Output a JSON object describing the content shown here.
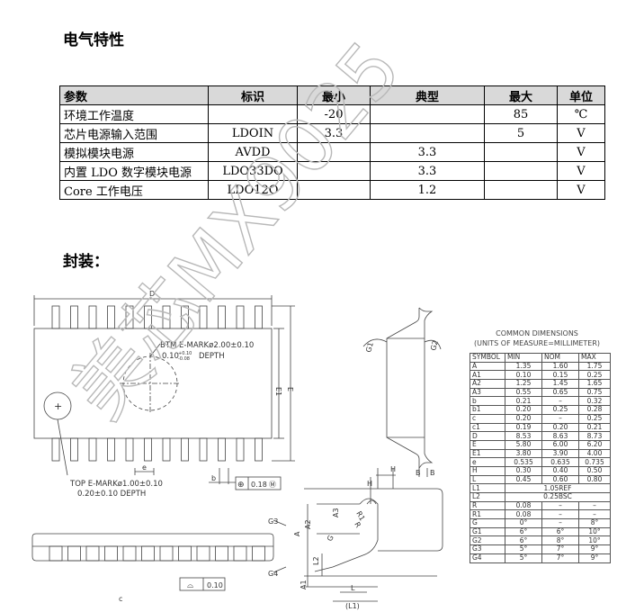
{
  "electrical": {
    "title": "电气特性",
    "headers": [
      "参数",
      "标识",
      "最小",
      "典型",
      "最大",
      "单位"
    ],
    "rows": [
      [
        "环境工作温度",
        "",
        "-20",
        "",
        "85",
        "℃"
      ],
      [
        "芯片电源输入范围",
        "LDOIN",
        "3.3",
        "",
        "5",
        "V"
      ],
      [
        "模拟模块电源",
        "AVDD",
        "",
        "3.3",
        "",
        "V"
      ],
      [
        "内置 LDO  数字模块电源",
        "LDO33DO",
        "",
        "3.3",
        "",
        "V"
      ],
      [
        "Core 工作电压",
        "LDO12O",
        "",
        "1.2",
        "",
        "V"
      ]
    ]
  },
  "package": {
    "title": "封装："
  },
  "watermark": "美芯MX9025",
  "top_view": {
    "d_label": "D",
    "e1_label": "E1",
    "e_label": "E",
    "btm_mark": "BTM E-MARKø2.00±0.10",
    "btm_depth_value": "0.10",
    "btm_depth_tol_upper": "+0.10",
    "btm_depth_tol_lower": "-0.08",
    "btm_depth_word": "DEPTH",
    "top_mark": "TOP E-MARKø1.00±0.10",
    "top_depth": "0.20±0.10 DEPTH",
    "e_pitch": "e",
    "b_label": "b",
    "tol_symbol": "⊕",
    "tol_value": "0.18",
    "tol_mod": "Ⓜ",
    "plus_mark": "+"
  },
  "side_view": {
    "a_label": "A",
    "a1_label": "A1",
    "a2_label": "A2",
    "c_label": "c",
    "g3_label": "G3",
    "g4_label": "G4",
    "flat_symbol": "⌓",
    "flat_value": "0.10"
  },
  "end_view": {
    "g1_label": "G1",
    "g2_label": "G2",
    "b1_label": "B",
    "b2_label": "B"
  },
  "detail_view": {
    "h_label": "H",
    "a3_label": "A3",
    "r1_label": "R1",
    "r_label": "R",
    "g_label": "G",
    "l2_label": "L2",
    "l_label": "L",
    "l1_label": "(L1)",
    "a_label": "A",
    "a1_label": "A1"
  },
  "dimensions": {
    "title1": "COMMON DIMENSIONS",
    "title2": "(UNITS OF MEASURE=MILLIMETER)",
    "headers": [
      "SYMBOL",
      "MIN",
      "NOM",
      "MAX"
    ],
    "rows": [
      [
        "A",
        "1.35",
        "1.60",
        "1.75"
      ],
      [
        "A1",
        "0.10",
        "0.15",
        "0.25"
      ],
      [
        "A2",
        "1.25",
        "1.45",
        "1.65"
      ],
      [
        "A3",
        "0.55",
        "0.65",
        "0.75"
      ],
      [
        "b",
        "0.21",
        "–",
        "0.32"
      ],
      [
        "b1",
        "0.20",
        "0.25",
        "0.28"
      ],
      [
        "c",
        "0.20",
        "–",
        "0.25"
      ],
      [
        "c1",
        "0.19",
        "0.20",
        "0.21"
      ],
      [
        "D",
        "8.53",
        "8.63",
        "8.73"
      ],
      [
        "E",
        "5.80",
        "6.00",
        "6.20"
      ],
      [
        "E1",
        "3.80",
        "3.90",
        "4.00"
      ],
      [
        "e",
        "0.535",
        "0.635",
        "0.735"
      ],
      [
        "H",
        "0.30",
        "0.40",
        "0.50"
      ],
      [
        "L",
        "0.45",
        "0.60",
        "0.80"
      ],
      [
        "L1",
        "1.05REF"
      ],
      [
        "L2",
        "0.25BSC"
      ],
      [
        "R",
        "0.08",
        "–",
        "–"
      ],
      [
        "R1",
        "0.08",
        "–",
        "–"
      ],
      [
        "G",
        "0°",
        "–",
        "8°"
      ],
      [
        "G1",
        "6°",
        "6°",
        "10°"
      ],
      [
        "G2",
        "6°",
        "8°",
        "10°"
      ],
      [
        "G3",
        "5°",
        "7°",
        "9°"
      ],
      [
        "G4",
        "5°",
        "7°",
        "9°"
      ]
    ]
  }
}
